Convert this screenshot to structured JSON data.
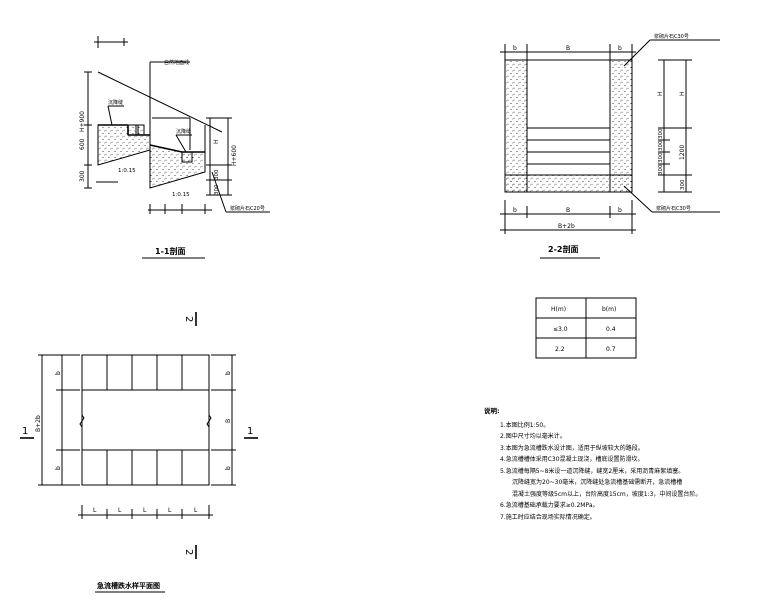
{
  "section11": {
    "title": "1-1剖面",
    "label_top_right": "自然地面线",
    "label_left": "沉降缝",
    "label_mid": "沉降缝",
    "label_right": "浆砌片石C20号",
    "dim_left_total": "H+900",
    "dim_left_600": "600",
    "dim_left_300": "300",
    "dim_right_h": "H",
    "dim_right_total": "H+600",
    "dim_right_300a": "300",
    "dim_right_300b": "300",
    "slope_a": "1:0.15",
    "slope_b": "1:0.15"
  },
  "section22": {
    "title": "2-2剖面",
    "label_top": "浆砌片石C30号",
    "label_bottom": "浆砌片石C30号",
    "dim_top": [
      "b",
      "B",
      "b"
    ],
    "dim_bottom": [
      "b",
      "B",
      "b"
    ],
    "dim_bottom_total": "B+2b",
    "dim_right_h1": "H",
    "dim_right_h2": "H",
    "dim_right_300a": "300",
    "dim_right_300b": "300",
    "dim_right_300c": "300",
    "dim_right_300d": "300",
    "dim_right_1200": "1200",
    "dim_right_300e": "300"
  },
  "table": {
    "headers": [
      "H(m)",
      "b(m)"
    ],
    "rows": [
      [
        "≤3.0",
        "0.4"
      ],
      [
        "2.2",
        "0.7"
      ]
    ]
  },
  "plan": {
    "title": "急流槽跌水样平面图",
    "marker_top": "2",
    "marker_bottom": "2",
    "marker_left": "1",
    "marker_right": "1",
    "dim_left_total": "B+2b",
    "dim_left_b1": "b",
    "dim_left_b2": "b",
    "dim_right_b1": "b",
    "dim_right_B": "B",
    "dim_right_b2": "b",
    "dim_bottom": [
      "L",
      "L",
      "L",
      "L",
      "L"
    ]
  },
  "notes": {
    "title": "说明:",
    "items": [
      "1.本图比例1:50。",
      "2.图中尺寸均以毫米计。",
      "3.本图为急流槽跌水设计图，适用于纵坡较大的路段。",
      "4.急流槽槽体采用C30混凝土现浇，槽底设置防滑坎。",
      "5.急流槽每隔5~8米设一道沉降缝，缝宽2厘米，采用沥青麻絮填塞。",
      "沉降缝宽为20~30毫米，沉降缝处急流槽基础需断开，急流槽槽",
      "混凝土强度等级5cm以上，台阶高度15cm，坡度1:3，中间设置台阶。",
      "6.急流槽基础承载力要求≥0.2MPa。",
      "7.施工时应结合现场实际情况确定。"
    ]
  }
}
